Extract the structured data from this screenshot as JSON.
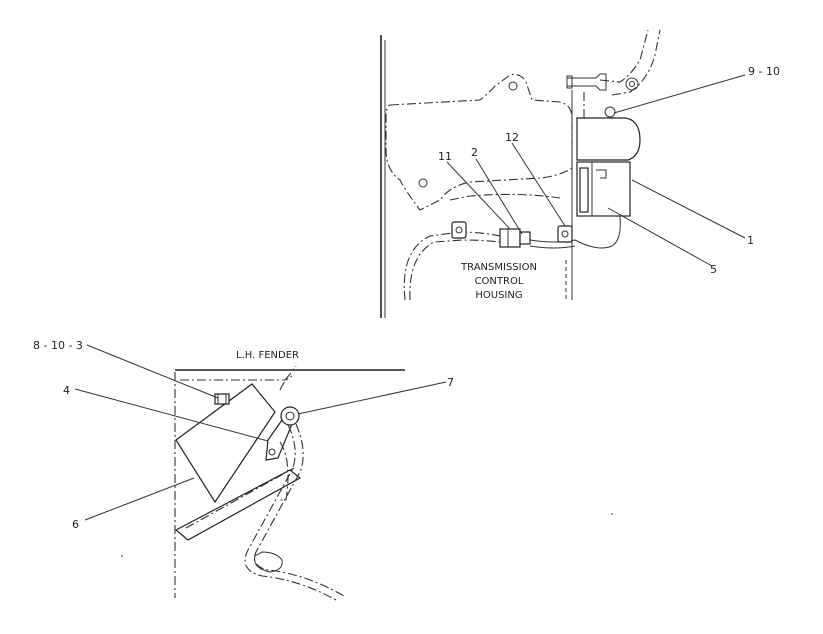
{
  "top_view": {
    "callouts": {
      "c9_10": "9 - 10",
      "c11": "11",
      "c2": "2",
      "c12": "12",
      "c1": "1",
      "c5": "5"
    },
    "caption": [
      "TRANSMISSION",
      "CONTROL",
      "HOUSING"
    ]
  },
  "bottom_view": {
    "callouts": {
      "c8_10_3": "8 - 10 - 3",
      "c4": "4",
      "c7": "7",
      "c6": "6"
    },
    "fender_label": "L.H. FENDER"
  },
  "colors": {
    "ink": "#222222",
    "background": "#ffffff"
  }
}
